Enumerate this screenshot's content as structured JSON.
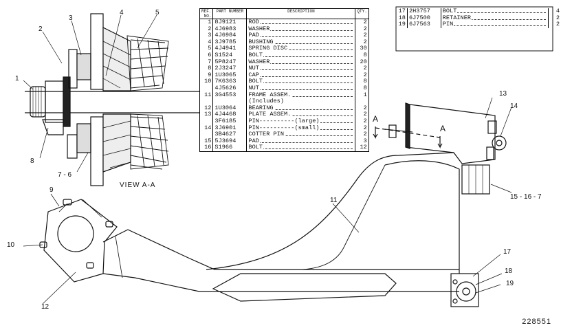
{
  "view_caption": "VIEW A-A",
  "figure_number": "228551",
  "section_marker": "A",
  "callouts": [
    "1",
    "2",
    "3",
    "4",
    "5",
    "8",
    "7 - 6",
    "9",
    "10",
    "11",
    "12",
    "13",
    "14",
    "15 - 16 - 7",
    "17",
    "18",
    "19"
  ],
  "parts_table": {
    "headers": {
      "ref": "REF. NO.",
      "part": "PART NUMBER",
      "desc": "DESCRIPTION",
      "qty": "QTY."
    },
    "rows": [
      {
        "ref": "1",
        "part": "8J9121",
        "desc": "ROD",
        "qty": "2"
      },
      {
        "ref": "2",
        "part": "4J6983",
        "desc": "WASHER",
        "qty": "2"
      },
      {
        "ref": "3",
        "part": "4J6984",
        "desc": "PAD",
        "qty": "2"
      },
      {
        "ref": "4",
        "part": "3J9785",
        "desc": "BUSHING",
        "qty": "2"
      },
      {
        "ref": "5",
        "part": "4J4941",
        "desc": "SPRING DISC",
        "qty": "30"
      },
      {
        "ref": "6",
        "part": "S1524",
        "desc": "BOLT",
        "qty": "8"
      },
      {
        "ref": "7",
        "part": "5P8247",
        "desc": "WASHER",
        "qty": "20"
      },
      {
        "ref": "8",
        "part": "2J3247",
        "desc": "NUT",
        "qty": "2"
      },
      {
        "ref": "9",
        "part": "1U3065",
        "desc": "CAP",
        "qty": "2"
      },
      {
        "ref": "10",
        "part": "7K6363",
        "desc": "BOLT",
        "qty": "8"
      },
      {
        "ref": "",
        "part": "4J5626",
        "desc": "NUT",
        "qty": "8"
      },
      {
        "ref": "11",
        "part": "3G4553",
        "desc": "FRAME ASSEM.",
        "qty": "1"
      },
      {
        "ref": "",
        "part": "",
        "desc": "(Includes)",
        "qty": ""
      },
      {
        "ref": "12",
        "part": "1U3064",
        "desc": "BEARING",
        "qty": "2"
      },
      {
        "ref": "13",
        "part": "4J4468",
        "desc": "PLATE ASSEM.",
        "qty": "2"
      },
      {
        "ref": "",
        "part": "3F6185",
        "desc": "PIN----------(large)",
        "qty": "2"
      },
      {
        "ref": "14",
        "part": "3J6901",
        "desc": "PIN----------(small)",
        "qty": "2"
      },
      {
        "ref": "",
        "part": "3B4627",
        "desc": "COTTER PIN",
        "qty": "2"
      },
      {
        "ref": "15",
        "part": "5J3694",
        "desc": "PAD",
        "qty": "3"
      },
      {
        "ref": "16",
        "part": "S1966",
        "desc": "BOLT",
        "qty": "12"
      }
    ]
  },
  "parts_table_2": {
    "rows": [
      {
        "ref": "17",
        "part": "2H3757",
        "desc": "BOLT",
        "qty": "4"
      },
      {
        "ref": "18",
        "part": "6J7500",
        "desc": "RETAINER",
        "qty": "2"
      },
      {
        "ref": "19",
        "part": "6J7563",
        "desc": "PIN",
        "qty": "2"
      }
    ]
  }
}
